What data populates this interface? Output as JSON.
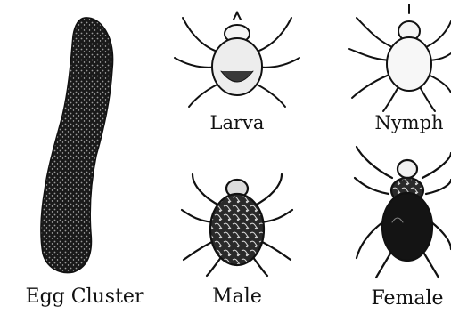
{
  "stages": {
    "egg_cluster": {
      "label": "Egg Cluster",
      "icon": "egg-cluster-illustration"
    },
    "larva": {
      "label": "Larva",
      "icon": "tick-larva-illustration",
      "legs": 6
    },
    "nymph": {
      "label": "Nymph",
      "icon": "tick-nymph-illustration",
      "legs": 8
    },
    "male": {
      "label": "Male",
      "icon": "tick-male-illustration",
      "legs": 8
    },
    "female": {
      "label": "Female",
      "icon": "tick-female-illustration",
      "legs": 8
    }
  },
  "colors": {
    "ink": "#111111",
    "background": "#ffffff"
  }
}
